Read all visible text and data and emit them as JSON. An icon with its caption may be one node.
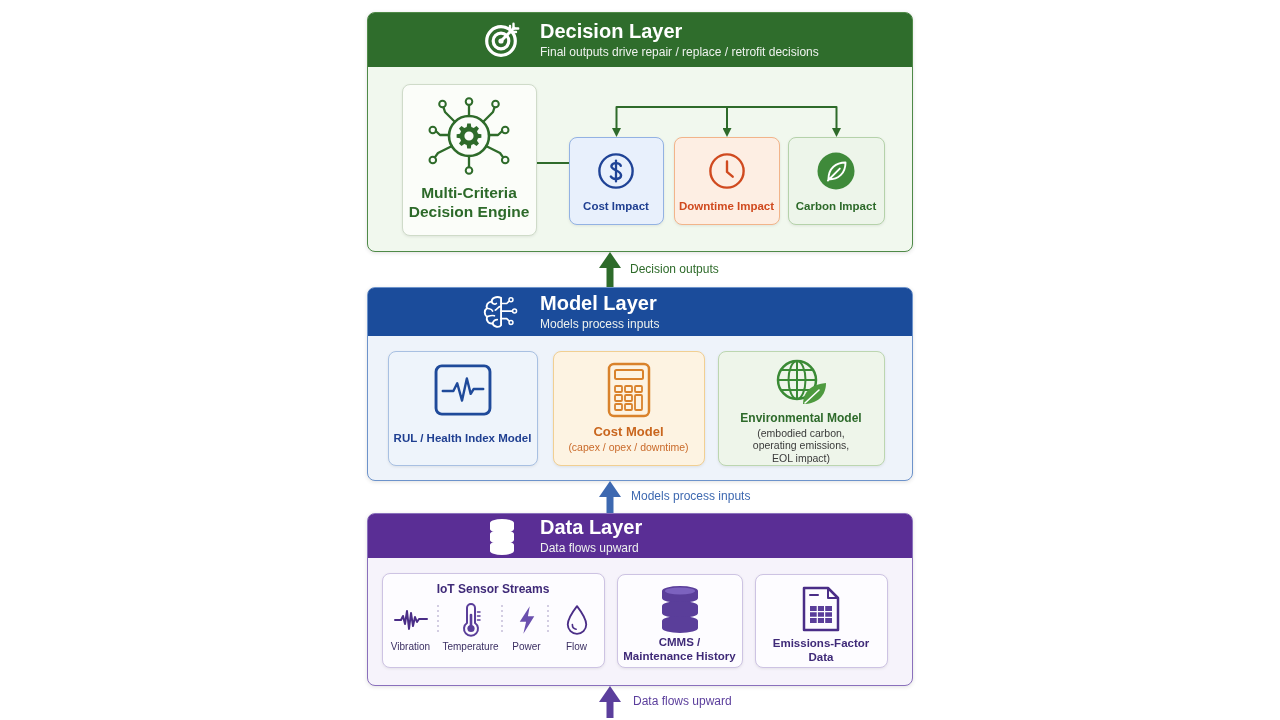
{
  "diagram": {
    "nodes": [
      {
        "text": [
          "Decision Layer",
          "Final outputs drive repair / replace / retrofit decisions"
        ]
      },
      {
        "text": [
          "Multi-Criteria Decision Engine"
        ],
        "in": 0
      },
      {
        "text": [
          "Cost Impact"
        ],
        "in": 0
      },
      {
        "text": [
          "Downtime Impact"
        ],
        "in": 0
      },
      {
        "text": [
          "Carbon Impact"
        ],
        "in": 0
      },
      {
        "text": [
          "Model Layer",
          "Models process inputs"
        ]
      },
      {
        "text": [
          "RUL / Health Index Model"
        ],
        "in": 5
      },
      {
        "text": [
          "Cost Model",
          "(capex / opex / downtime)"
        ],
        "in": 5
      },
      {
        "text": [
          "Environmental Model",
          "(embodied carbon, operating emissions, EOL impact)"
        ],
        "in": 5
      },
      {
        "text": [
          "Data Layer",
          "Data flows upward"
        ]
      },
      {
        "text": [
          "IoT Sensor Streams",
          "Vibration",
          "Temperature",
          "Power",
          "Flow"
        ],
        "in": 9
      },
      {
        "text": [
          "CMMS / Maintenance History"
        ],
        "in": 9
      },
      {
        "text": [
          "Emissions-Factor Data"
        ],
        "in": 9
      }
    ],
    "edges": [
      {
        "from": 1,
        "to": 2,
        "arrow": "none"
      },
      {
        "from": null,
        "to": 2,
        "arrow": "to"
      },
      {
        "from": null,
        "to": 3,
        "arrow": "to"
      },
      {
        "from": null,
        "to": 4,
        "arrow": "to"
      },
      {
        "from": 5,
        "to": 0,
        "arrow": "to",
        "label": "Decision outputs",
        "style": "thick"
      },
      {
        "from": 9,
        "to": 5,
        "arrow": "to",
        "label": "Models process inputs",
        "style": "thick",
        "color": "#3d68b0"
      },
      {
        "from": null,
        "to": 9,
        "arrow": "to",
        "label": "Data flows upward",
        "style": "thick",
        "color": "#5b3e9c"
      }
    ]
  }
}
